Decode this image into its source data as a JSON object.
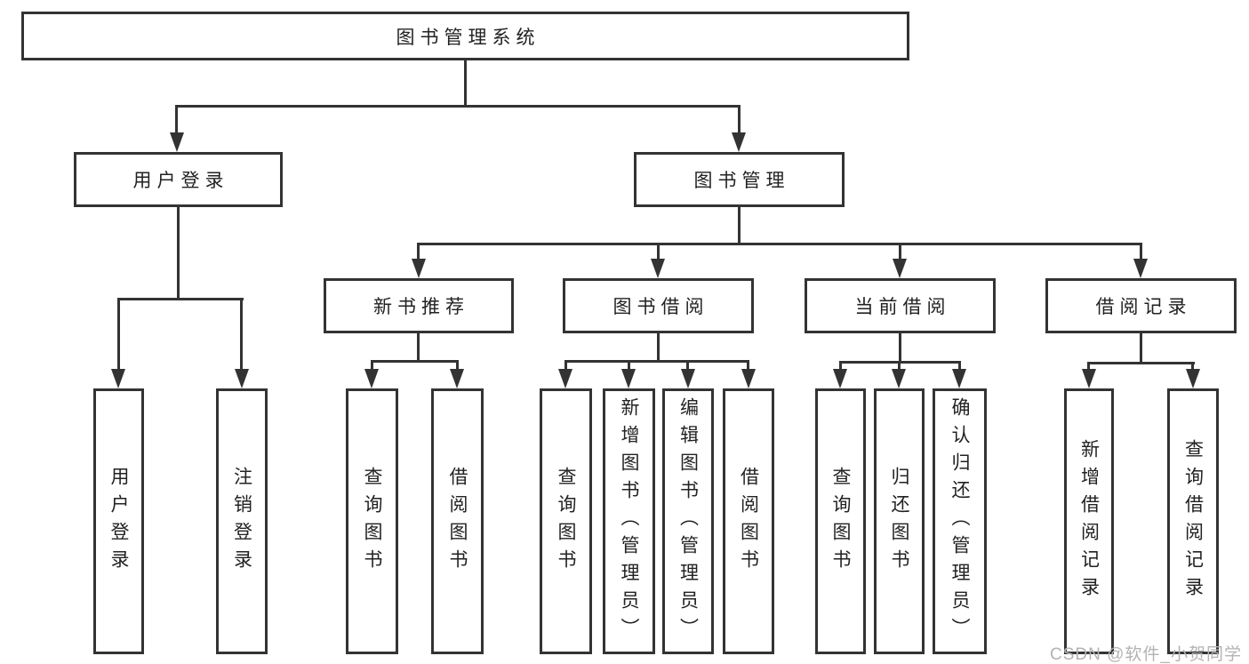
{
  "nodes": {
    "root": "图书管理系统",
    "user_login": "用户登录",
    "book_mgmt": "图书管理",
    "new_book_rec": "新书推荐",
    "book_borrow": "图书借阅",
    "current_borrow": "当前借阅",
    "borrow_records": "借阅记录",
    "leaf_user_login": "用户登录",
    "leaf_logout": "注销登录",
    "leaf_query_book_1": "查询图书",
    "leaf_borrow_book_1": "借阅图书",
    "leaf_query_book_2": "查询图书",
    "leaf_add_book": "新增图书（管理员）",
    "leaf_edit_book": "编辑图书（管理员）",
    "leaf_borrow_book_2": "借阅图书",
    "leaf_query_book_3": "查询图书",
    "leaf_return_book": "归还图书",
    "leaf_confirm_return": "确认归还（管理员）",
    "leaf_add_record": "新增借阅记录",
    "leaf_query_record": "查询借阅记录"
  },
  "watermark": "CSDN @软件_小贺同学",
  "colors": {
    "line": "#333333",
    "box_border": "#333333",
    "box_fill": "#ffffff",
    "text": "#222222",
    "watermark": "#b3b3b3",
    "background": "#ffffff"
  }
}
